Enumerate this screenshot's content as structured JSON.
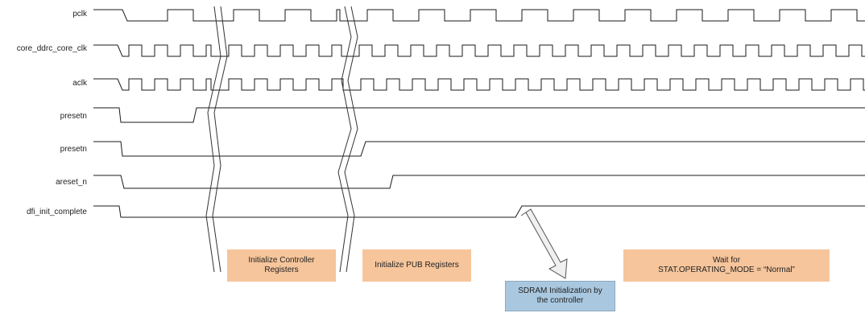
{
  "signals": [
    {
      "name": "pclk"
    },
    {
      "name": "core_ddrc_core_clk"
    },
    {
      "name": "aclk"
    },
    {
      "name": "presetn"
    },
    {
      "name": "presetn"
    },
    {
      "name": "areset_n"
    },
    {
      "name": "dfi_init_complete"
    }
  ],
  "boxes": {
    "init_controller": {
      "line1": "Initialize Controller",
      "line2": "Registers"
    },
    "init_pub": {
      "line1": "Initialize PUB Registers"
    },
    "sdram_init": {
      "line1": "SDRAM Initialization by",
      "line2": "the controller"
    },
    "wait_for": {
      "line1": "Wait for",
      "line2": "STAT.OPERATING_MODE = “Normal”"
    }
  },
  "colors": {
    "waveform": "#1a1a1a",
    "box_orange": "#f6c59b",
    "box_blue": "#a9c8e0",
    "arrow_fill": "#f0f0f0",
    "arrow_stroke": "#555555"
  }
}
